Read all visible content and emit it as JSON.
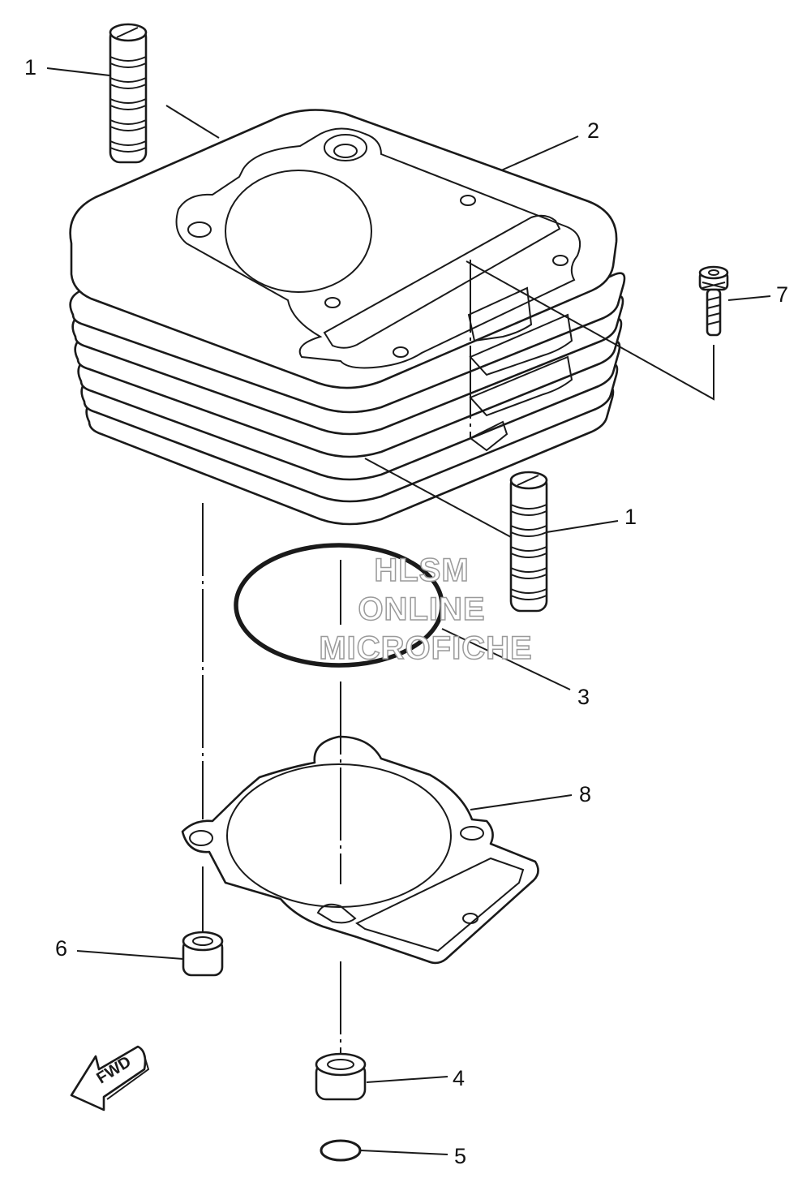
{
  "callouts": {
    "c1a": "1",
    "c2": "2",
    "c7": "7",
    "c1b": "1",
    "c3": "3",
    "c8": "8",
    "c6": "6",
    "c4": "4",
    "c5": "5"
  },
  "fwd_label": "FWD",
  "watermark": {
    "line1": "HLSM",
    "line2": "ONLINE",
    "line3": "MICROFICHE"
  }
}
